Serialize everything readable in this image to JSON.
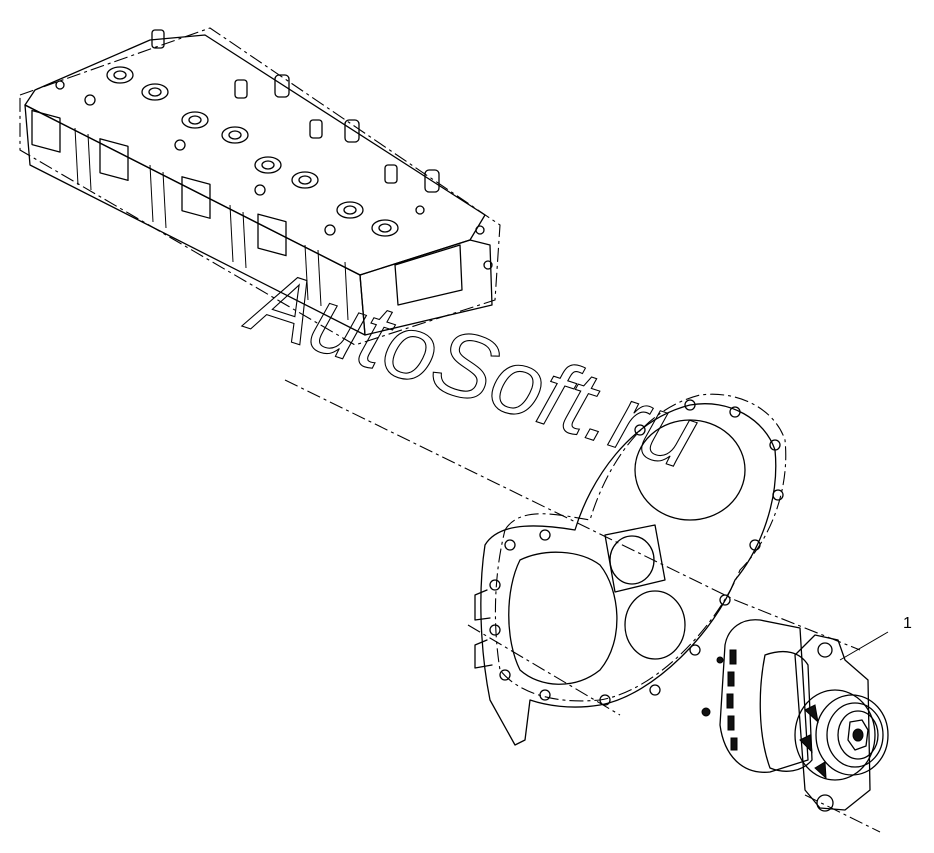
{
  "watermark": "AutoSoft.ru",
  "callouts": [
    {
      "id": "1",
      "label": "1"
    }
  ],
  "parts": [
    {
      "name": "cylinder-head"
    },
    {
      "name": "timing-gear-housing"
    },
    {
      "name": "alternator",
      "callout": "1"
    }
  ]
}
